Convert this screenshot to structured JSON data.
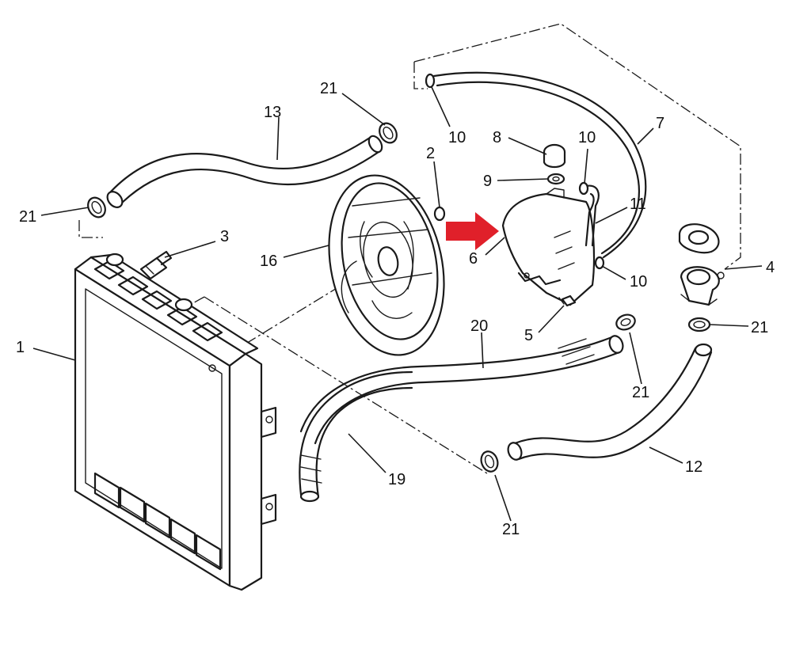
{
  "diagram": {
    "callouts": [
      {
        "id": "c1",
        "text": "1"
      },
      {
        "id": "c2",
        "text": "2"
      },
      {
        "id": "c3",
        "text": "3"
      },
      {
        "id": "c4",
        "text": "4"
      },
      {
        "id": "c5",
        "text": "5"
      },
      {
        "id": "c6",
        "text": "6"
      },
      {
        "id": "c7",
        "text": "7"
      },
      {
        "id": "c8",
        "text": "8"
      },
      {
        "id": "c9",
        "text": "9"
      },
      {
        "id": "c10a",
        "text": "10"
      },
      {
        "id": "c10b",
        "text": "10"
      },
      {
        "id": "c10c",
        "text": "10"
      },
      {
        "id": "c11",
        "text": "11"
      },
      {
        "id": "c12",
        "text": "12"
      },
      {
        "id": "c13",
        "text": "13"
      },
      {
        "id": "c16",
        "text": "16"
      },
      {
        "id": "c19",
        "text": "19"
      },
      {
        "id": "c20",
        "text": "20"
      },
      {
        "id": "c21a",
        "text": "21"
      },
      {
        "id": "c21b",
        "text": "21"
      },
      {
        "id": "c21c",
        "text": "21"
      },
      {
        "id": "c21d",
        "text": "21"
      },
      {
        "id": "c21e",
        "text": "21"
      }
    ],
    "highlight_color": "#e0202a",
    "line_color": "#1a1a1a"
  }
}
